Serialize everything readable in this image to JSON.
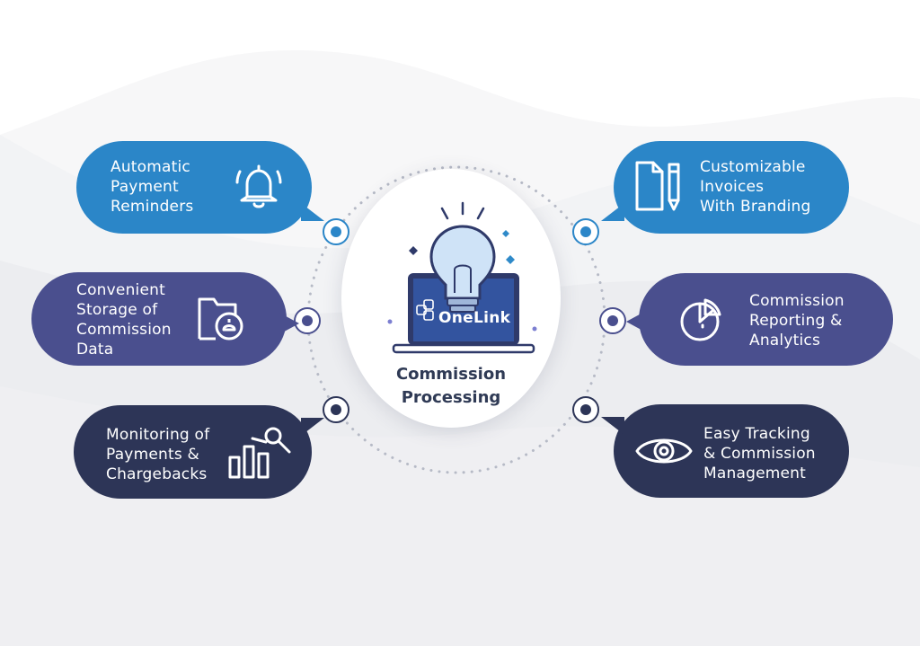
{
  "colors": {
    "light_blue": "#2b86c8",
    "mid_indigo": "#4a4f8e",
    "dark_navy": "#2d3557",
    "background_grey": "#f2f3f5"
  },
  "center": {
    "brand": "OneLink",
    "title_line1": "Commission",
    "title_line2": "Processing",
    "icon": "lightbulb-laptop-icon"
  },
  "features": {
    "left": [
      {
        "lines": [
          "Automatic",
          "Payment",
          "Reminders"
        ],
        "icon": "bell-icon",
        "color": "#2b86c8"
      },
      {
        "lines": [
          "Convenient",
          "Storage of",
          "Commission",
          "Data"
        ],
        "icon": "folder-storage-icon",
        "color": "#4a4f8e"
      },
      {
        "lines": [
          "Monitoring of",
          "Payments &",
          "Chargebacks"
        ],
        "icon": "chart-magnifier-icon",
        "color": "#2d3557"
      }
    ],
    "right": [
      {
        "lines": [
          "Customizable",
          "Invoices",
          "With Branding"
        ],
        "icon": "document-pencil-icon",
        "color": "#2b86c8"
      },
      {
        "lines": [
          "Commission",
          "Reporting &",
          "Analytics"
        ],
        "icon": "pie-chart-icon",
        "color": "#4a4f8e"
      },
      {
        "lines": [
          "Easy Tracking",
          "& Commission",
          "Management"
        ],
        "icon": "eye-icon",
        "color": "#2d3557"
      }
    ]
  }
}
